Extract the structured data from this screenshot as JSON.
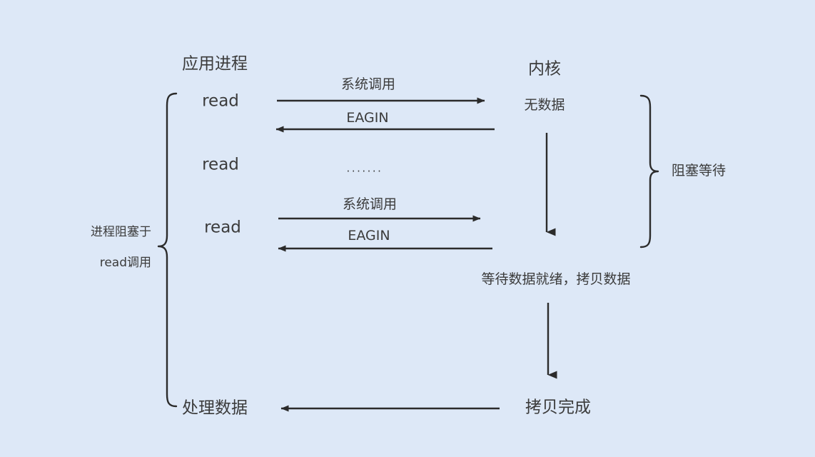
{
  "diagram": {
    "title_app": "应用进程",
    "title_kernel": "内核",
    "background_color": "#dde8f7",
    "stroke_color": "#2b2b2b",
    "text_color": "#3b3b3b",
    "left_brace_label_line1": "进程阻塞于",
    "left_brace_label_line2": "read调用",
    "right_brace_label": "阻塞等待",
    "app_steps": [
      {
        "label": "read"
      },
      {
        "label": "read"
      },
      {
        "label": "read"
      },
      {
        "label": "处理数据"
      }
    ],
    "kernel_steps": [
      {
        "label": "无数据"
      },
      {
        "label": "等待数据就绪，拷贝数据"
      },
      {
        "label": "拷贝完成"
      }
    ],
    "arrows": [
      {
        "name": "syscall-1",
        "label": "系统调用",
        "direction": "right"
      },
      {
        "name": "eagin-1",
        "label": "EAGIN",
        "direction": "left"
      },
      {
        "name": "ellipsis",
        "label": ".......",
        "direction": "none"
      },
      {
        "name": "syscall-2",
        "label": "系统调用",
        "direction": "right"
      },
      {
        "name": "eagin-2",
        "label": "EAGIN",
        "direction": "left"
      },
      {
        "name": "copy-done",
        "label": "",
        "direction": "left"
      }
    ]
  }
}
